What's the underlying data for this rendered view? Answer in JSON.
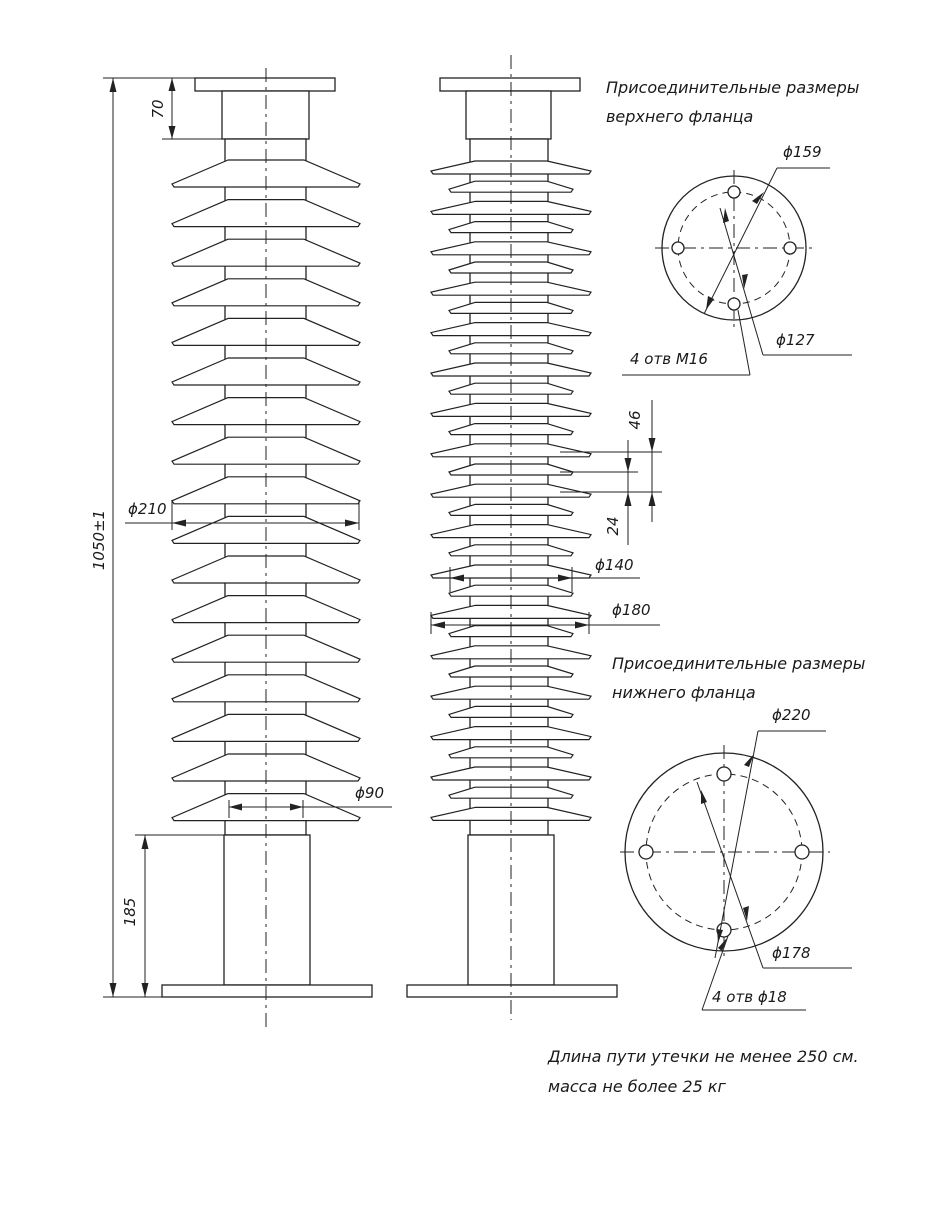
{
  "upper_flange": {
    "title_line1": "Присоединительные размеры",
    "title_line2": "верхнего фланца",
    "dia_outer": "ϕ159",
    "dia_bolt_circle": "ϕ127",
    "holes": "4 отв М16"
  },
  "lower_flange": {
    "title_line1": "Присоединительные размеры",
    "title_line2": "нижнего фланца",
    "dia_outer": "ϕ220",
    "dia_bolt_circle": "ϕ178",
    "holes": "4 отв ϕ18"
  },
  "front_view": {
    "overall_height": "1050±1",
    "top_flange_height": "70",
    "bottom_base_height": "185",
    "shed_diameter": "ϕ210",
    "core_diameter": "ϕ90"
  },
  "side_view": {
    "pitch_large": "46",
    "pitch_small": "24",
    "small_shed_diameter": "ϕ140",
    "large_shed_diameter": "ϕ180"
  },
  "notes": {
    "line1": "Длина пути утечки не менее 250 см.",
    "line2": "масса не более 25 кг"
  }
}
